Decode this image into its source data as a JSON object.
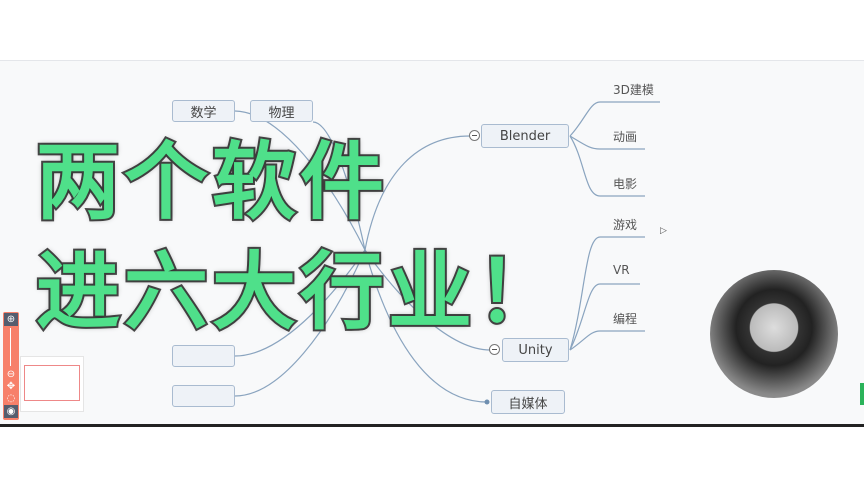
{
  "mindmap": {
    "left_nodes": [
      {
        "label": "数学"
      },
      {
        "label": "物理"
      },
      {
        "label": ""
      },
      {
        "label": ""
      }
    ],
    "branches": [
      {
        "label": "Blender",
        "children": [
          "3D建模",
          "动画",
          "电影"
        ]
      },
      {
        "label": "Unity",
        "children": [
          "游戏",
          "VR",
          "编程"
        ]
      },
      {
        "label": "自媒体",
        "children": []
      }
    ]
  },
  "overlay_title": {
    "line1": "两个软件",
    "line2": "进六大行业！",
    "color": "#4fe08a"
  },
  "zoom_controls": {
    "zoom_in_icon": "plus-circle",
    "zoom_out_icon": "minus-circle",
    "move_icon": "move-arrows",
    "fit_icon": "dashed-circle",
    "preview_icon": "eye",
    "accent": "#f7806a"
  },
  "webcam": {
    "shape": "circle"
  }
}
